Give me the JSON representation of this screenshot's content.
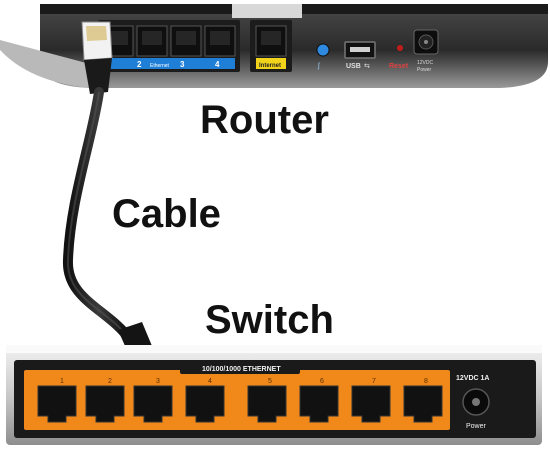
{
  "labels": {
    "router": "Router",
    "cable": "Cable",
    "switch": "Switch"
  },
  "router": {
    "port_numbers": [
      "2",
      "3",
      "4"
    ],
    "ethernet_label": "Ethernet",
    "internet_label": "Internet",
    "usb_label": "USB",
    "reset_label": "Reset",
    "power_label_line1": "12VDC",
    "power_label_line2": "Power",
    "accent_blue": "#1f7fd6",
    "accent_yellow": "#f2d31b"
  },
  "switch": {
    "banner": "10/100/1000 ETHERNET",
    "port_numbers": [
      "1",
      "2",
      "3",
      "4",
      "5",
      "6",
      "7",
      "8"
    ],
    "power_rating": "12VDC 1A",
    "power_label": "Power",
    "accent_orange": "#f0891a"
  }
}
